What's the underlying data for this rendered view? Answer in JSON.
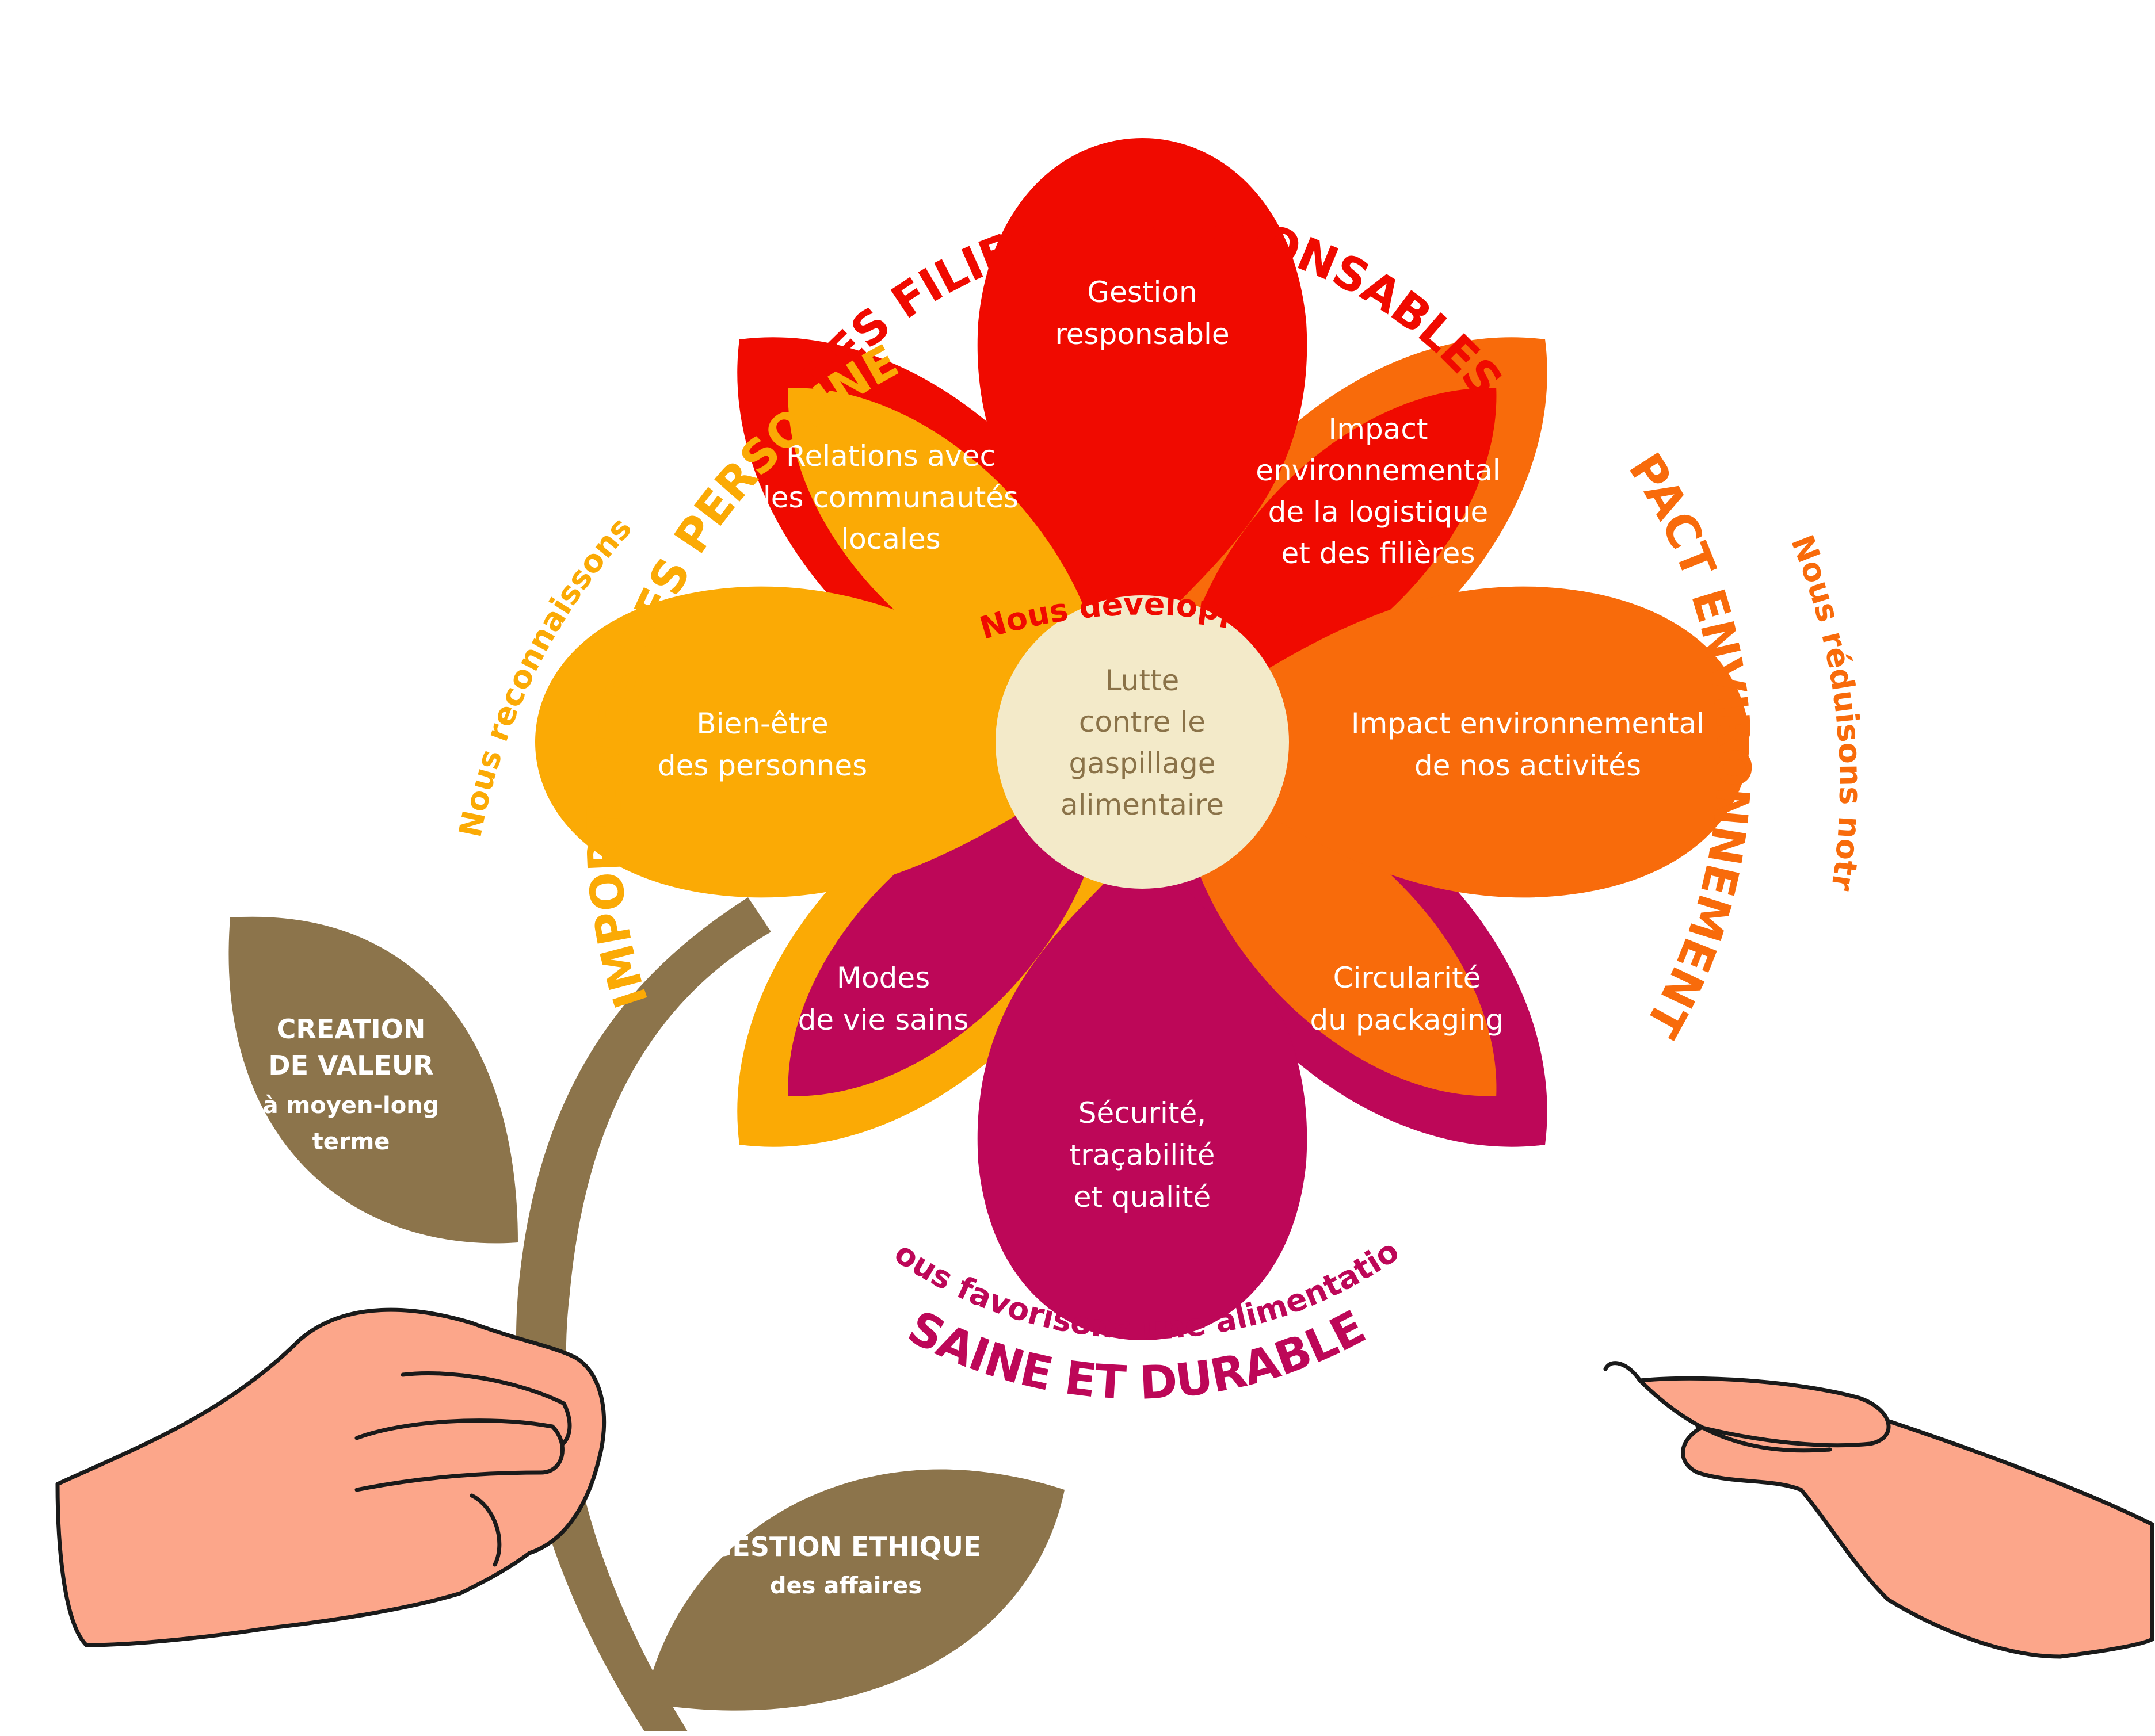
{
  "colors": {
    "red": "#f00a00",
    "orange": "#f86b0b",
    "yellow": "#fbaa05",
    "magenta": "#bd0758",
    "center": "#f3eac9",
    "stem": "#8c744b",
    "skin": "#fca68a",
    "center_text": "#8a7248"
  },
  "arcs": {
    "top_small": "Nous développons",
    "top_big": "DES FILIERES RESPONSABLES",
    "left_small": "Nous reconnaissons",
    "left_big": "L'IMPORTANCE DES PERSONNES",
    "right_small": "Nous réduisons notre",
    "right_big": "IMPACT ENVIRONNEMENTAL",
    "bottom_small": "Nous favorisons une alimentation",
    "bottom_big": "SAINE ET DURABLE"
  },
  "petals": {
    "top": [
      "Gestion",
      "responsable"
    ],
    "top_left": [
      "Relations avec",
      "les communautés",
      "locales"
    ],
    "top_right": [
      "Impact",
      "environnemental",
      "de la logistique",
      "et des filières"
    ],
    "left": [
      "Bien-être",
      "des personnes"
    ],
    "right": [
      "Impact environnemental",
      "de nos activités"
    ],
    "bottom_left": [
      "Modes",
      "de vie sains"
    ],
    "bottom_right": [
      "Circularité",
      "du packaging"
    ],
    "bottom": [
      "Sécurité,",
      "traçabilité",
      "et qualité"
    ]
  },
  "center": [
    "Lutte",
    "contre le",
    "gaspillage",
    "alimentaire"
  ],
  "leaves": {
    "upper_title": [
      "CREATION",
      "DE VALEUR"
    ],
    "upper_sub": [
      "à moyen-long",
      "terme"
    ],
    "lower_title": [
      "GESTION ETHIQUE"
    ],
    "lower_sub": [
      "des affaires"
    ]
  }
}
